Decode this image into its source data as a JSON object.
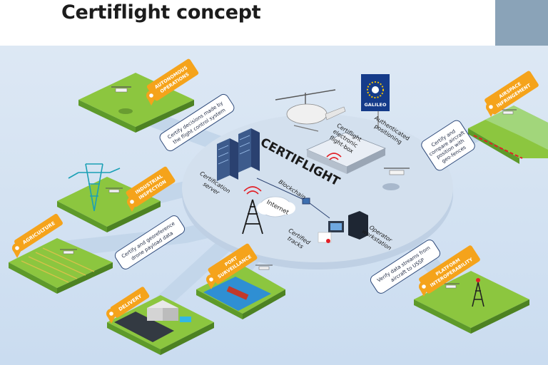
{
  "slide": {
    "title": "Certiflight concept"
  },
  "colors": {
    "background_top": "#dde8f4",
    "background_bottom": "#cfe0f2",
    "platform": "#cfdceb",
    "tile_green": "#8cc63f",
    "tile_side": "#5e9a2a",
    "badge": "#f5a31b",
    "callout_border": "#2f4a7a",
    "accent_red": "#e21f26",
    "galileo_blue": "#153b8a",
    "corner_block": "#8aa3b8"
  },
  "center": {
    "brand": "CERTIFLIGHT",
    "certification_server": [
      "Certification",
      "server"
    ],
    "flight_box": [
      "Certiflight",
      "electronic",
      "flight-box"
    ],
    "authenticated_positioning": [
      "Authenticated",
      "positioning"
    ],
    "galileo": "GALILEO",
    "internet": "Internet",
    "blockchain": "Blockchain",
    "certified_tracks": [
      "Certified",
      "tracks"
    ],
    "operator_workstation": [
      "Operator",
      "workstation"
    ]
  },
  "tiles": {
    "autonomous": [
      "AUTONOMOUS",
      "OPERATIONS"
    ],
    "industrial": [
      "INDUSTRIAL",
      "INSPECTION"
    ],
    "agriculture": [
      "AGRICULTURE"
    ],
    "delivery": [
      "DELIVERY"
    ],
    "port": [
      "PORT",
      "SURVEILLANCE"
    ],
    "platform": [
      "PLATFORM",
      "INTEROPERABILITY"
    ],
    "airspace": [
      "AIRSPACE",
      "INFRINGEMENT"
    ]
  },
  "callouts": {
    "flight_control": [
      "Certify decisions made by",
      "the flight control system"
    ],
    "georeference": [
      "Certify and georeference",
      "drone payload data"
    ],
    "geofences": [
      "Certify and",
      "compare aircraft",
      "position with",
      "geo-fences"
    ],
    "ussp": [
      "Verify data streams from",
      "aircraft to USSP"
    ]
  }
}
